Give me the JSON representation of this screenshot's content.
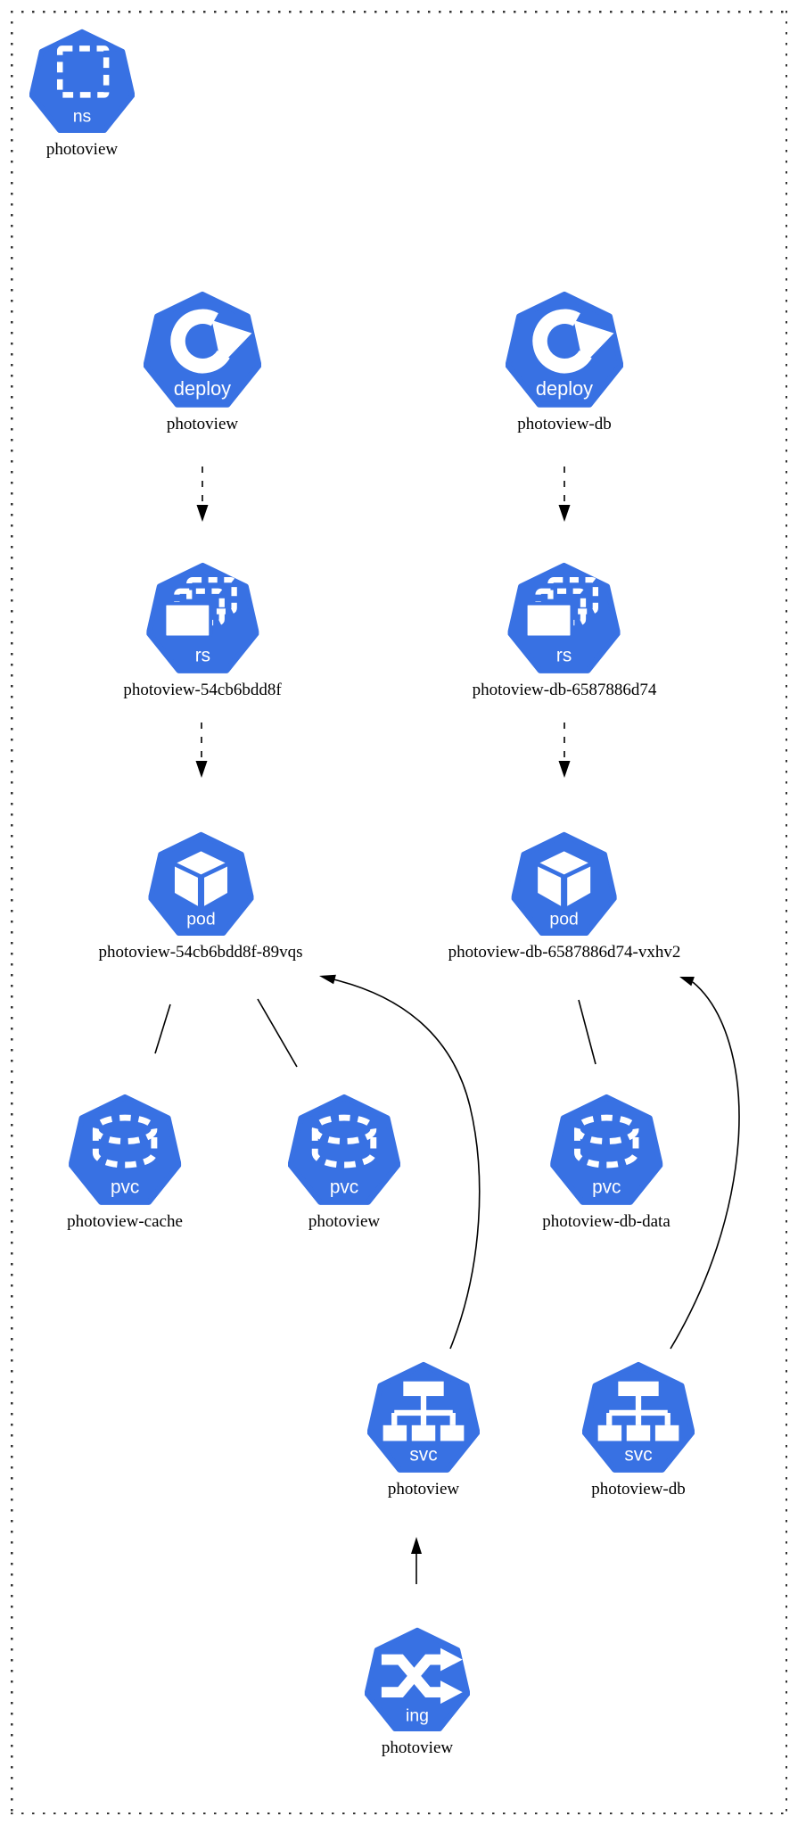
{
  "diagram": {
    "kind": "kubernetes-resource-diagram",
    "nodes": {
      "ns_photoview": {
        "kind": "ns",
        "label": "photoview"
      },
      "deploy_photoview": {
        "kind": "deploy",
        "label": "photoview"
      },
      "deploy_photoview_db": {
        "kind": "deploy",
        "label": "photoview-db"
      },
      "rs_photoview": {
        "kind": "rs",
        "label": "photoview-54cb6bdd8f"
      },
      "rs_photoview_db": {
        "kind": "rs",
        "label": "photoview-db-6587886d74"
      },
      "pod_photoview": {
        "kind": "pod",
        "label": "photoview-54cb6bdd8f-89vqs"
      },
      "pod_photoview_db": {
        "kind": "pod",
        "label": "photoview-db-6587886d74-vxhv2"
      },
      "pvc_photoview_cache": {
        "kind": "pvc",
        "label": "photoview-cache"
      },
      "pvc_photoview": {
        "kind": "pvc",
        "label": "photoview"
      },
      "pvc_photoview_db_data": {
        "kind": "pvc",
        "label": "photoview-db-data"
      },
      "svc_photoview": {
        "kind": "svc",
        "label": "photoview"
      },
      "svc_photoview_db": {
        "kind": "svc",
        "label": "photoview-db"
      },
      "ing_photoview": {
        "kind": "ing",
        "label": "photoview"
      }
    },
    "colors": {
      "kubernetes_blue": "#3871e3",
      "icon_glyph": "#ffffff",
      "edge": "#000000",
      "label_text": "#000000",
      "border_dots": "#333333",
      "background": "#ffffff"
    }
  }
}
